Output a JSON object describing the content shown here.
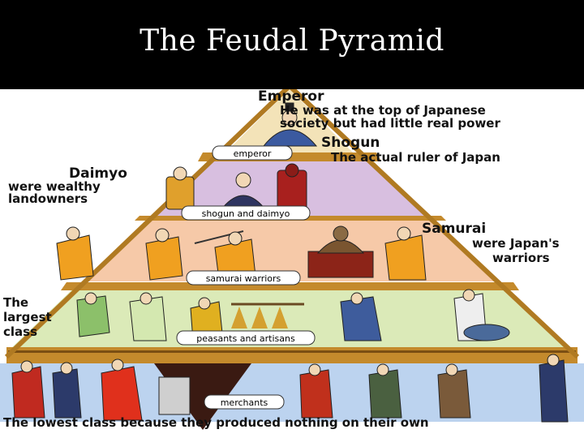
{
  "slide": {
    "title": "The Feudal Pyramid"
  },
  "colors": {
    "title_bar": "#000000",
    "title_text": "#ffffff",
    "emperor_tier": "#f3e3b8",
    "shogun_tier": "#d8bfe0",
    "samurai_tier": "#f6c9a8",
    "peasant_tier": "#dbeab8",
    "merchant_tier": "#bcd3ef",
    "frame": "#c48a2c"
  },
  "tiers": [
    {
      "caption": "emperor"
    },
    {
      "caption": "shogun and daimyo"
    },
    {
      "caption": "samurai warriors"
    },
    {
      "caption": "peasants and artisans"
    },
    {
      "caption": "merchants"
    }
  ],
  "labels": {
    "emperor_heading": "Emperor",
    "emperor_desc_1": "He was at the top of Japanese",
    "emperor_desc_2": "society but had little real power",
    "shogun_heading": "Shogun",
    "shogun_desc": "The actual ruler of Japan",
    "daimyo_heading": "Daimyo",
    "daimyo_desc_1": "were wealthy",
    "daimyo_desc_2": "landowners",
    "samurai_heading": "Samurai",
    "samurai_desc_1": "were Japan's",
    "samurai_desc_2": "warriors",
    "peasant_desc_1": "The",
    "peasant_desc_2": "largest",
    "peasant_desc_3": "class",
    "merchant_desc": "The lowest class because they produced nothing on their own"
  }
}
